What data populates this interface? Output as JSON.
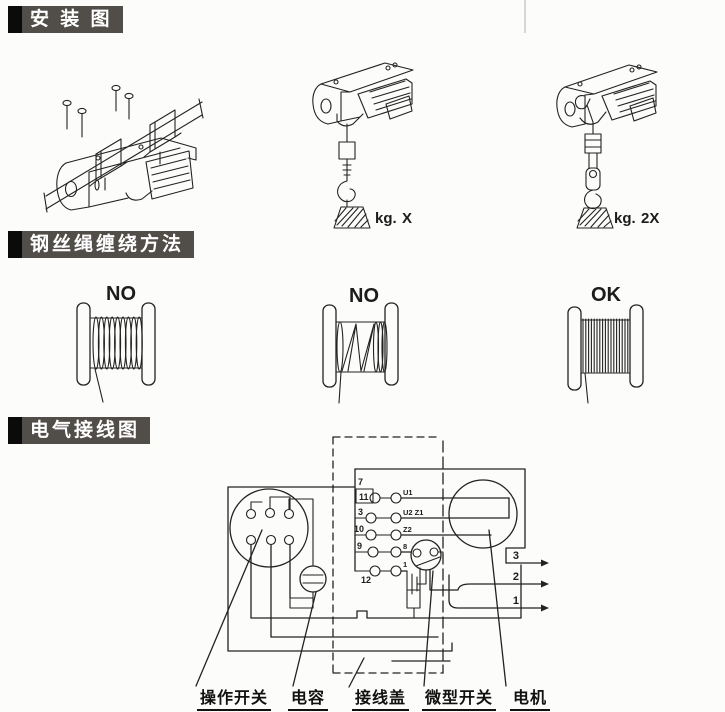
{
  "headers": [
    {
      "label": "安 装 图"
    },
    {
      "label": "钢丝绳缠绕方法"
    },
    {
      "label": "电气接线图"
    }
  ],
  "install": {
    "unit_single": "kg.",
    "load_single": "X",
    "unit_double": "kg.",
    "load_double": "2X"
  },
  "rope": {
    "spool_labels": [
      "NO",
      "NO",
      "OK"
    ]
  },
  "wiring": {
    "terminal_block_top": "7",
    "terminal_rows": [
      {
        "left": "11",
        "right": "U1"
      },
      {
        "left": "3",
        "right": "U2 Z1"
      },
      {
        "left": "10",
        "right": "Z2"
      },
      {
        "left": "9",
        "right": "8"
      },
      {
        "left": "12",
        "right": "1"
      }
    ],
    "power_lines": [
      "3",
      "2",
      "1"
    ],
    "callouts": [
      "操作开关",
      "电容",
      "接线盖",
      "微型开关",
      "电机"
    ]
  },
  "colors": {
    "header_bar_bg": "#514d48",
    "header_block": "#0b0b0b",
    "header_text": "#ffffff",
    "line_art": "#222220",
    "background": "#fcfcfa"
  }
}
